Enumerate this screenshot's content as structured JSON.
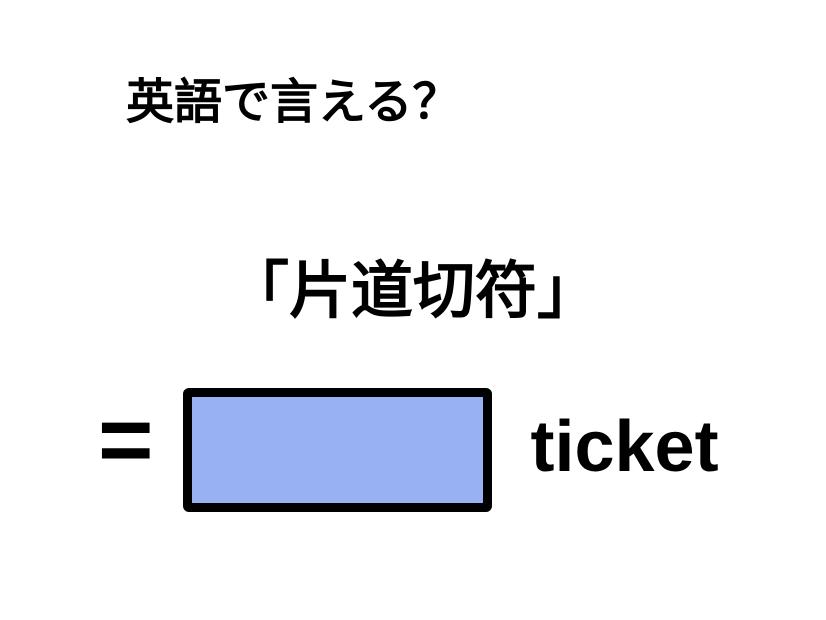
{
  "quiz": {
    "prompt": "英語で言える？",
    "term": "「片道切符」",
    "equals_sign": "=",
    "answer_suffix": "ticket",
    "answer_box": {
      "state": "blank",
      "fill_color": "#97b1f3",
      "border_color": "#000000"
    },
    "colors": {
      "background": "#ffffff",
      "text": "#000000"
    }
  }
}
